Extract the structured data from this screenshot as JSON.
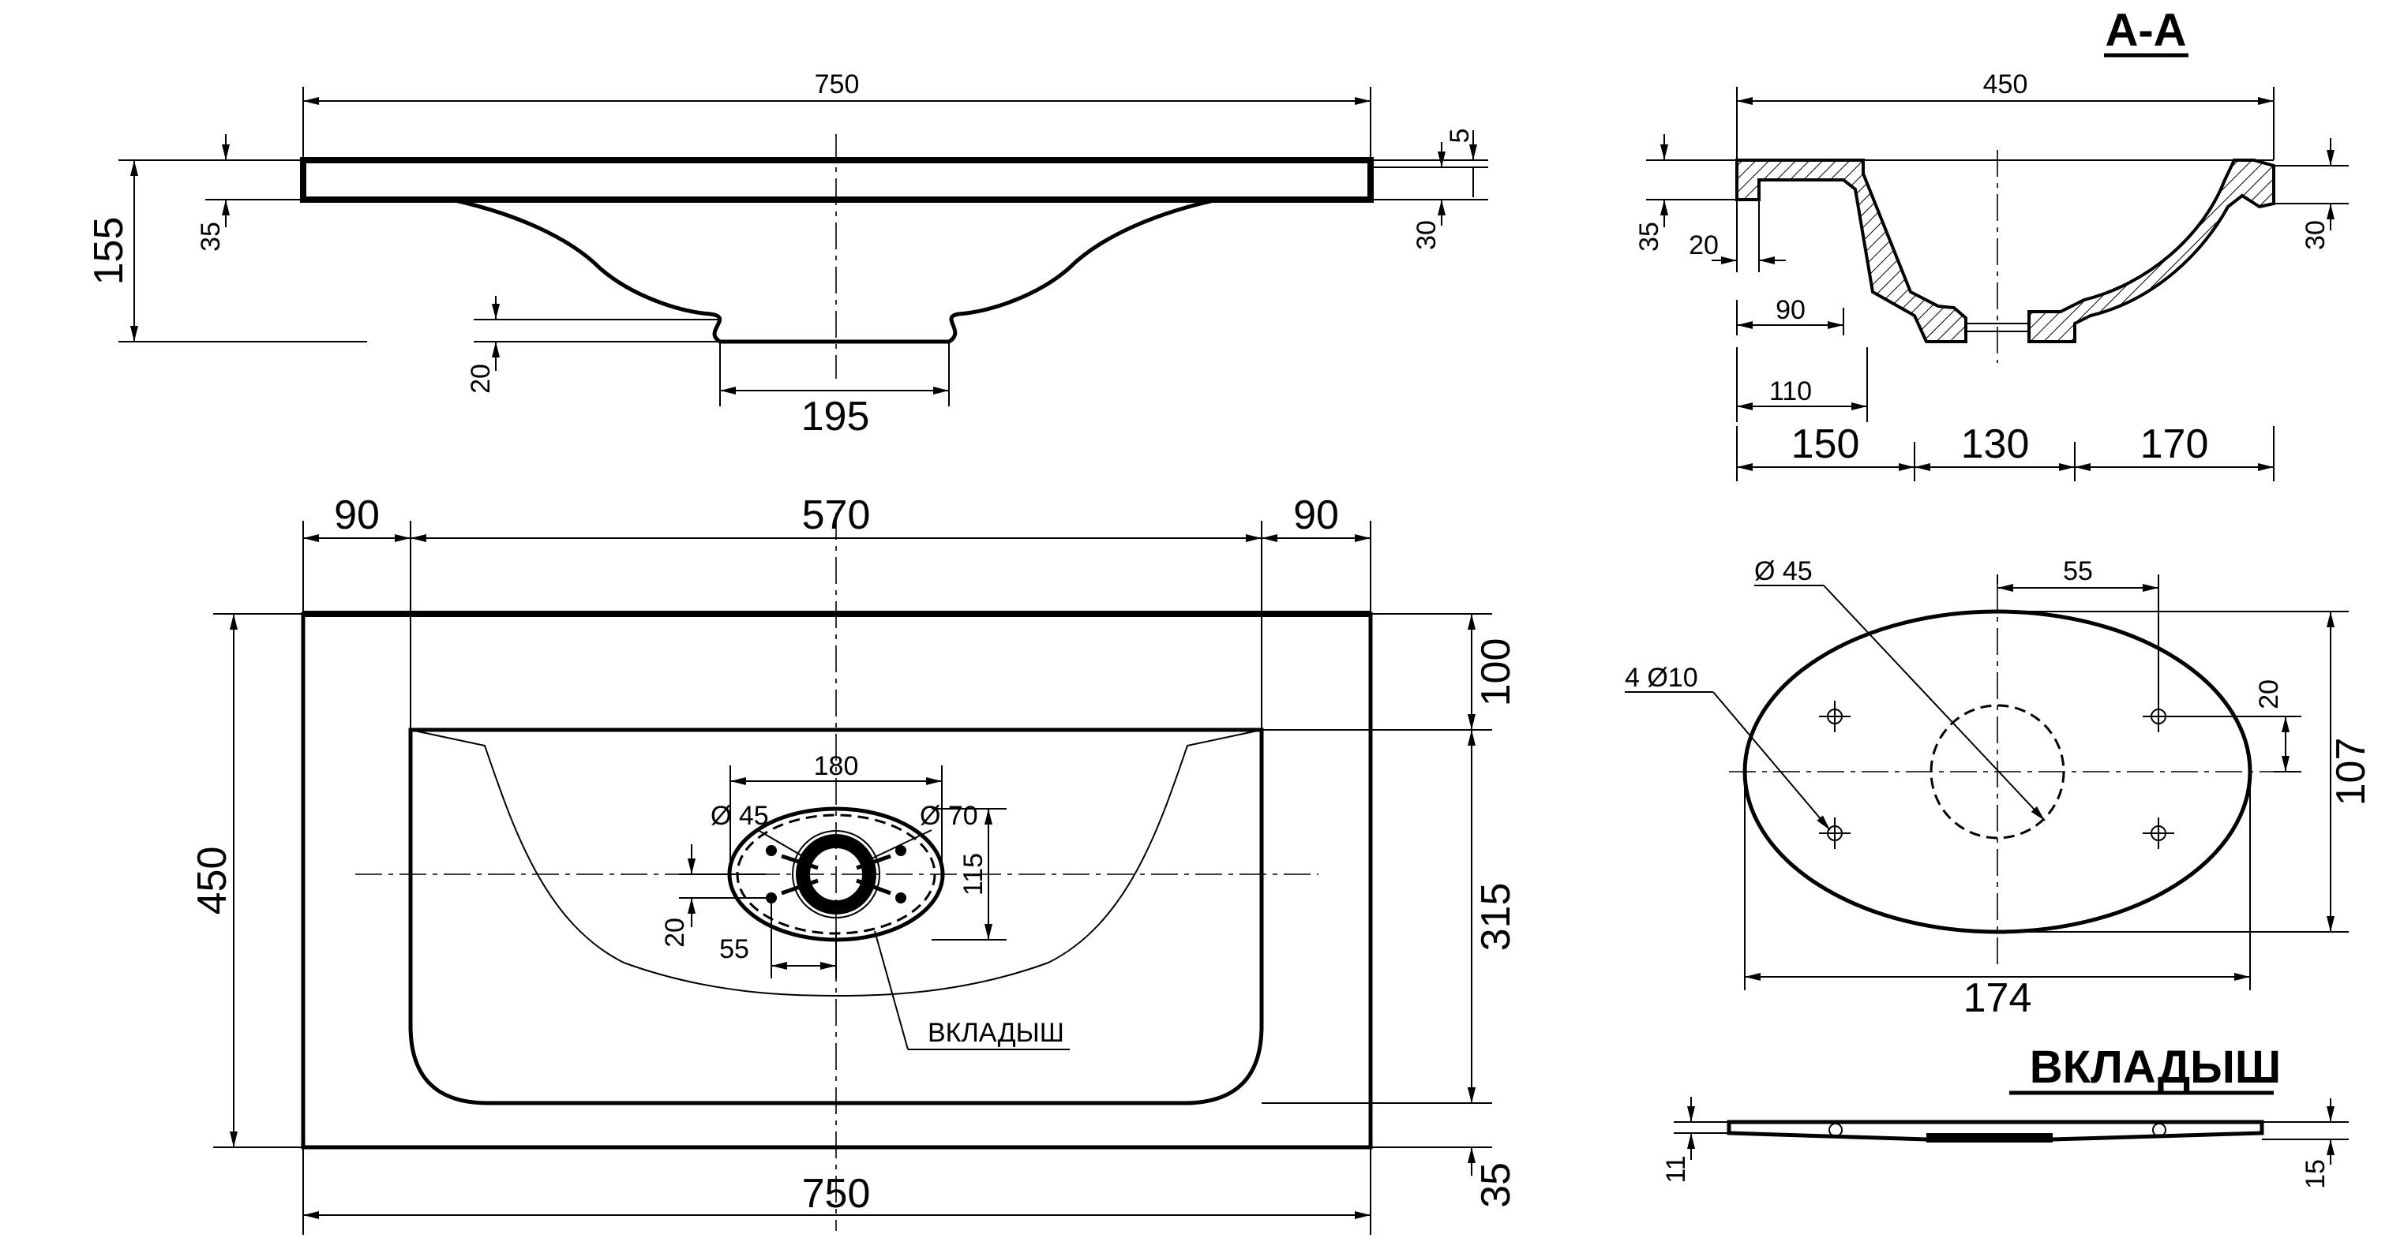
{
  "titles": {
    "section": "А-А",
    "insert": "ВКЛАДЫШ"
  },
  "labels": {
    "insert_callout": "ВКЛАДЫШ"
  },
  "front_view": {
    "overall_width": "750",
    "overall_height": "155",
    "slab_thickness": "35",
    "rim_top": "5",
    "rim_thickness": "30",
    "drain_height": "20",
    "drain_width": "195"
  },
  "top_view": {
    "left_margin": "90",
    "basin_width": "570",
    "right_margin": "90",
    "overall_depth": "450",
    "back_margin": "100",
    "basin_depth": "315",
    "front_margin": "35",
    "overall_width": "750",
    "insert_width": "180",
    "hole_diameter_small": "Ø 45",
    "hole_diameter_large": "Ø 70",
    "insert_height": "115",
    "offset_y": "20",
    "offset_x": "55"
  },
  "section_view": {
    "overall_width": "450",
    "rim_height": "35",
    "wall_offset": "20",
    "right_rim": "30",
    "inner_offset": "90",
    "ledge_offset": "110",
    "seg_left": "150",
    "seg_mid": "130",
    "seg_right": "170"
  },
  "insert_view": {
    "center_hole": "Ø 45",
    "mount_holes": "4 Ø10",
    "hole_spacing": "55",
    "hole_offset": "20",
    "height": "107",
    "width": "174",
    "thickness_left": "11",
    "thickness_right": "15"
  }
}
